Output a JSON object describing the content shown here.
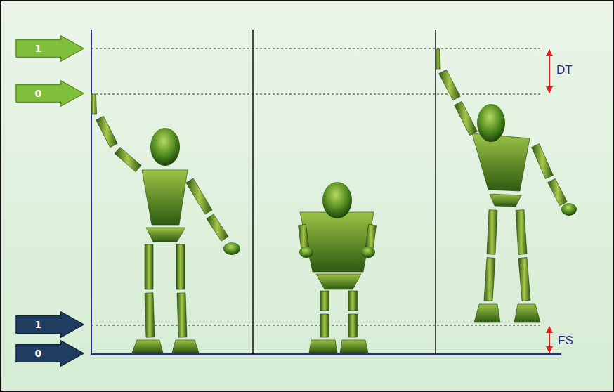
{
  "diagram": {
    "nodes": [
      {
        "text": [
          "1"
        ]
      },
      {
        "text": [
          "0"
        ]
      },
      {
        "text": [
          "1"
        ]
      },
      {
        "text": [
          "0"
        ]
      }
    ],
    "labels": [
      "DT",
      "FS"
    ]
  }
}
